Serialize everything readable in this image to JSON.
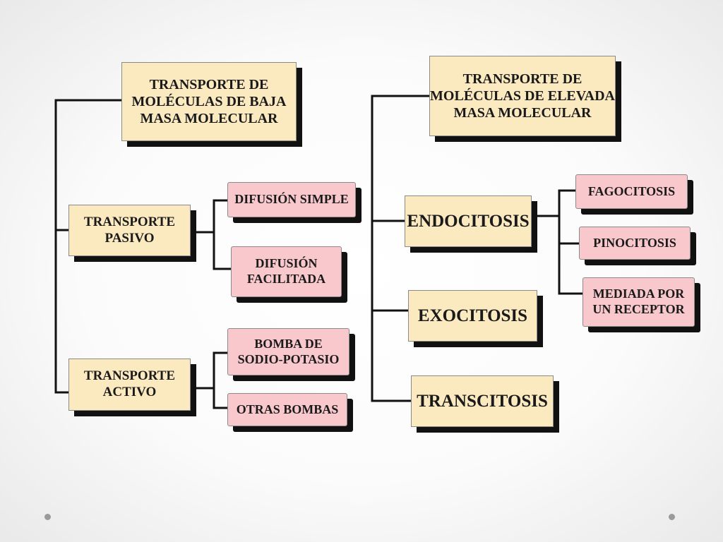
{
  "diagram": {
    "left_root": "TRANSPORTE DE\nMOLÉCULAS DE BAJA\nMASA MOLECULAR",
    "right_root": "TRANSPORTE DE\nMOLÉCULAS DE ELEVADA\nMASA MOLECULAR",
    "transporte_pasivo": "TRANSPORTE\nPASIVO",
    "transporte_activo": "TRANSPORTE\nACTIVO",
    "difusion_simple": "DIFUSIÓN SIMPLE",
    "difusion_facilitada": "DIFUSIÓN\nFACILITADA",
    "bomba_sodio_potasio": "BOMBA DE\nSODIO-POTASIO",
    "otras_bombas": "OTRAS BOMBAS",
    "endocitosis": "ENDOCITOSIS",
    "exocitosis": "EXOCITOSIS",
    "transcitosis": "TRANSCITOSIS",
    "fagocitosis": "FAGOCITOSIS",
    "pinocitosis": "PINOCITOSIS",
    "mediada_por_receptor": "MEDIADA POR\nUN RECEPTOR"
  },
  "colors": {
    "category_box": "#fbe9c0",
    "leaf_box": "#f9c8cc",
    "shadow": "#111111",
    "connector": "#111111"
  }
}
